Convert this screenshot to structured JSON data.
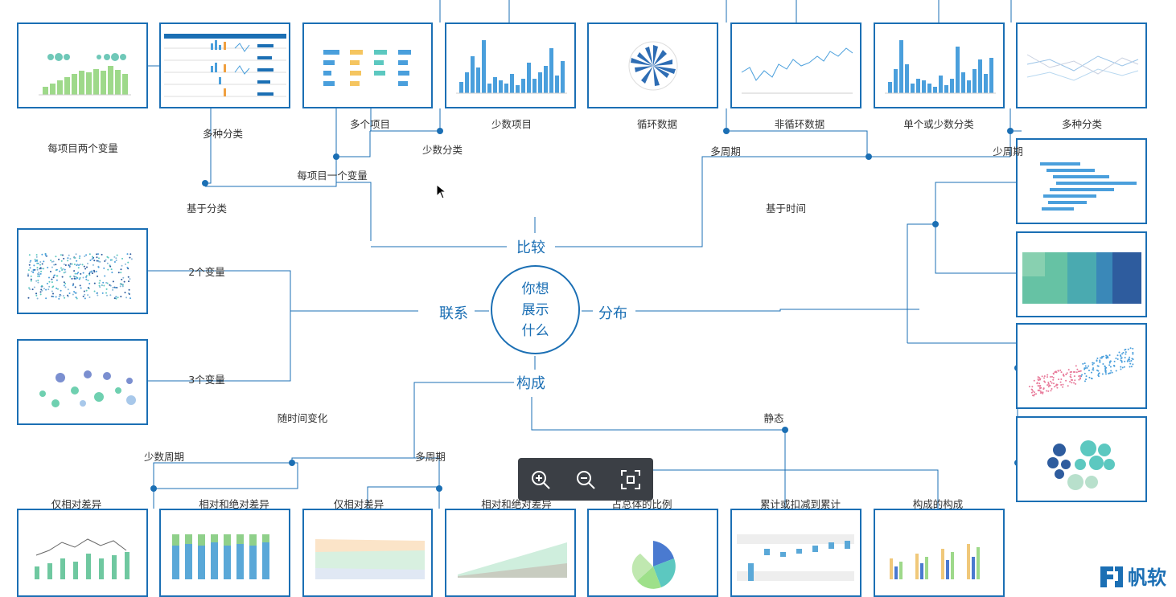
{
  "center": {
    "line1": "你想",
    "line2": "展示",
    "line3": "什么"
  },
  "branches": {
    "compare": "比较",
    "relation": "联系",
    "distribution": "分布",
    "composition": "构成"
  },
  "labels": {
    "per_item_two_vars": "每项目两个变量",
    "multi_category_a": "多种分类",
    "multi_items": "多个项目",
    "few_items": "少数项目",
    "cyclic": "循环数据",
    "non_cyclic": "非循环数据",
    "single_or_few_cat": "单个或少数分类",
    "multi_category_b": "多种分类",
    "few_categories": "少数分类",
    "per_item_one_var": "每项目一个变量",
    "based_on_category": "基于分类",
    "multi_period_top": "多周期",
    "few_period_top": "少周期",
    "based_on_time": "基于时间",
    "two_vars": "2个变量",
    "three_vars": "3个变量",
    "over_time": "随时间变化",
    "static": "静态",
    "few_periods": "少数周期",
    "many_periods": "多周期",
    "rel_diff_a": "仅相对差异",
    "rel_abs_diff_a": "相对和绝对差异",
    "rel_diff_b": "仅相对差异",
    "rel_abs_diff_b": "相对和绝对差异",
    "share_of_total": "占总体的比例",
    "cumulative": "累计或扣减到累计",
    "composition_of_comp": "构成的构成"
  },
  "logo": {
    "text": "帆软"
  },
  "toolbar": {
    "zoom_in": "zoom-in",
    "zoom_out": "zoom-out",
    "fit": "fit-screen"
  },
  "colors": {
    "accent": "#1b6fb4",
    "bar_blue": "#4a9fdc",
    "green": "#9ed98a",
    "teal": "#5cc8c0",
    "dark_blue": "#2e5c9e"
  }
}
